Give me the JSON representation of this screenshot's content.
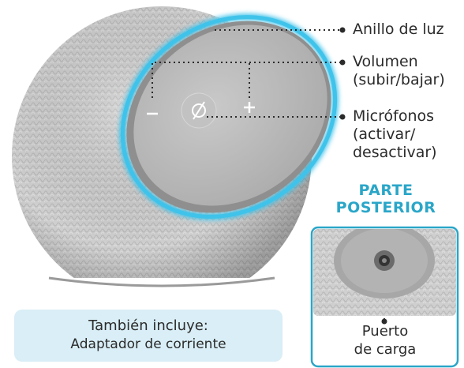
{
  "callouts": {
    "light_ring": "Anillo de luz",
    "volume": "Volumen\n(subir/bajar)",
    "microphones": "Micrófonos\n(activar/\ndesactivar)"
  },
  "back_panel": {
    "heading": "PARTE\nPOSTERIOR",
    "port_label": "Puerto\nde carga"
  },
  "includes": {
    "title": "También incluye:",
    "item": "Adaptador de corriente"
  },
  "buttons": {
    "volume_down": "−",
    "volume_up": "+",
    "mic": "⌀"
  },
  "colors": {
    "light_ring": "#3fc3ea",
    "accent_text": "#2aa6c8",
    "fabric": "#cfcfcf",
    "top_panel": "#b9b9b9",
    "includes_bg": "#d9eef6"
  },
  "icons": [
    "minus-icon",
    "plus-icon",
    "microphone-off-icon",
    "charging-port-icon"
  ]
}
